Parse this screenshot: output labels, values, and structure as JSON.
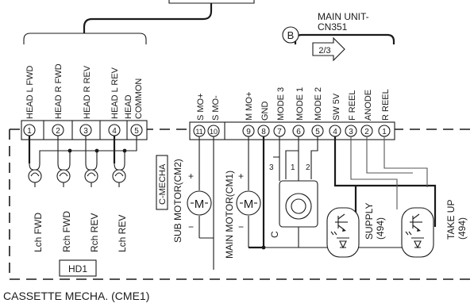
{
  "top_connector": {
    "main_unit_label_1": "MAIN UNIT-",
    "main_unit_label_2": "CN351",
    "circle_marker": "B",
    "page_ref": "2/3"
  },
  "hd_connector": {
    "pins": [
      "1",
      "2",
      "3",
      "4",
      "5"
    ],
    "signals": [
      "HEAD L FWD",
      "HEAD R FWD",
      "HEAD R REV",
      "HEAD L REV",
      "HEAD",
      "COMMON"
    ]
  },
  "mech_connector": {
    "pins": [
      "11",
      "10",
      "9",
      "8",
      "7",
      "6",
      "5",
      "4",
      "3",
      "2",
      "1"
    ],
    "signals": [
      "S MO+",
      "S MO-",
      "M MO+",
      "GND",
      "MODE 3",
      "MODE 1",
      "MODE 2",
      "SW 5V",
      "F REEL",
      "ANODE",
      "R REEL"
    ]
  },
  "heads": {
    "labels": [
      "Lch FWD",
      "Rch FWD",
      "Rch REV",
      "Lch REV"
    ],
    "block_label": "HD1"
  },
  "motors": {
    "c_mecha_label": "C-MECHA",
    "sub_motor_1": "SUB MOTOR(CM2)",
    "main_motor_1": "MAIN MOTOR(CM1)",
    "motor_symbol": "M",
    "plus": "+",
    "minus": "−"
  },
  "mode_switch": {
    "label": "C",
    "contacts": [
      "3",
      "1",
      "2"
    ]
  },
  "sensors": {
    "supply_1": "SUPPLY",
    "supply_2": "(494)",
    "takeup_1": "TAKE UP",
    "takeup_2": "(494)"
  },
  "footer": {
    "caption": "CASSETTE MECHA. (CME1)"
  }
}
